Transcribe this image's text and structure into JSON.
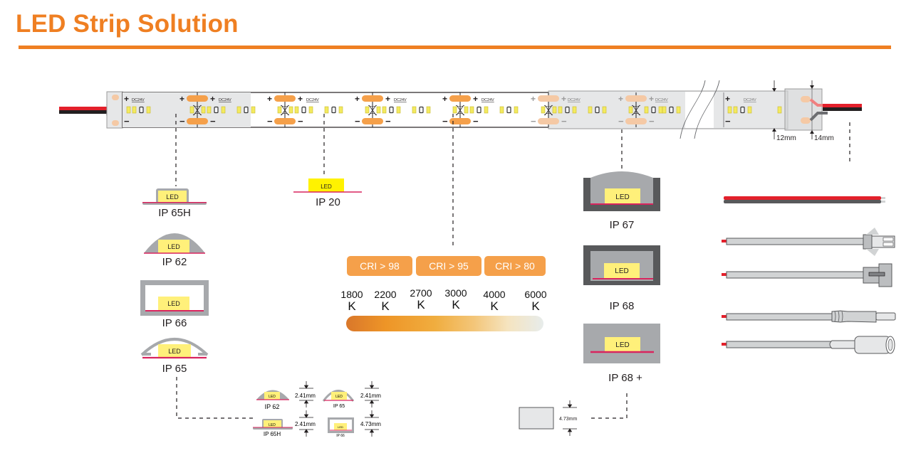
{
  "header": {
    "title": "LED Strip Solution"
  },
  "colors": {
    "brand_orange": "#ef7f22",
    "cri_badge": "#f5a04a",
    "led_yellow": "#fff07a",
    "pcb_magenta": "#d9245e",
    "wire_red": "#e3202b",
    "wire_black": "#231f20",
    "housing_gray": "#a7a9ac",
    "housing_dark": "#58595b"
  },
  "strip": {
    "voltage_label": "DC24V",
    "plus_sign": "+",
    "minus_sign": "−",
    "dimensions": {
      "width_strip": "12mm",
      "width_endcap": "14mm"
    }
  },
  "ip_profiles": {
    "ip65h": {
      "label": "IP 65H",
      "led": "LED"
    },
    "ip20": {
      "label": "IP 20",
      "led": "LED"
    },
    "ip62": {
      "label": "IP 62",
      "led": "LED"
    },
    "ip66": {
      "label": "IP 66",
      "led": "LED"
    },
    "ip65": {
      "label": "IP 65",
      "led": "LED"
    },
    "ip67": {
      "label": "IP 67",
      "led": "LED"
    },
    "ip68": {
      "label": "IP 68",
      "led": "LED"
    },
    "ip68plus": {
      "label": "IP 68 +",
      "led": "LED"
    }
  },
  "cri": {
    "badges": [
      "CRI > 98",
      "CRI > 95",
      "CRI > 80"
    ],
    "cct": [
      {
        "value": "1800",
        "unit": "K"
      },
      {
        "value": "2200",
        "unit": "K"
      },
      {
        "value": "2700",
        "unit": "K"
      },
      {
        "value": "3000",
        "unit": "K"
      },
      {
        "value": "4000",
        "unit": "K"
      },
      {
        "value": "6000",
        "unit": "K"
      }
    ]
  },
  "thickness": {
    "items": [
      {
        "label": "IP 62",
        "led": "LED",
        "dim": "2.41mm"
      },
      {
        "label": "IP 65",
        "led": "LED",
        "dim": "2.41mm"
      },
      {
        "label": "IP 65H",
        "led": "LED",
        "dim": "2.41mm"
      },
      {
        "label": "IP 66",
        "led": "LED",
        "dim": "4.73mm"
      }
    ],
    "ip68_dim": "4.73mm"
  },
  "connectors": [
    "bare-wire-leads",
    "male-2pin-connector",
    "female-2pin-connector",
    "dc-male-plug",
    "dc-female-jack"
  ]
}
